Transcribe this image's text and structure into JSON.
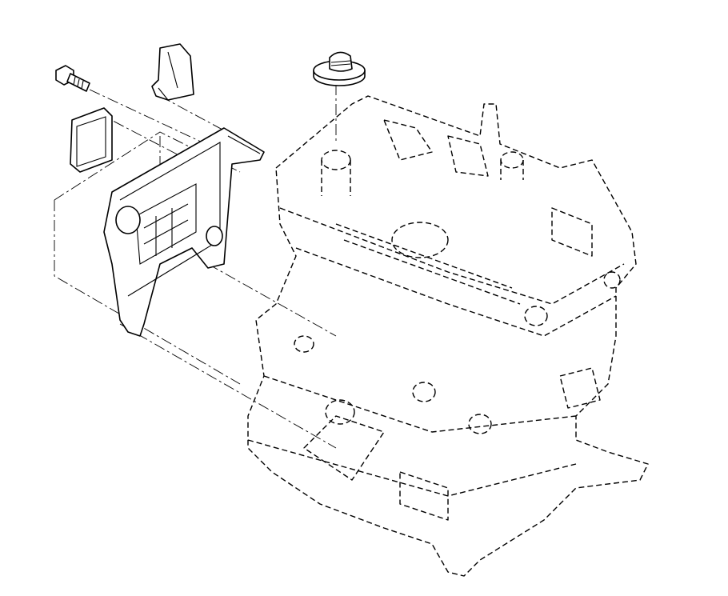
{
  "diagram": {
    "type": "exploded-parts-view",
    "colors": {
      "line": "#000000",
      "background": "#ffffff"
    },
    "parts": [
      "bolt",
      "bracket",
      "gasket",
      "timing-cover",
      "oil-filler-cap",
      "engine-block-phantom"
    ]
  }
}
